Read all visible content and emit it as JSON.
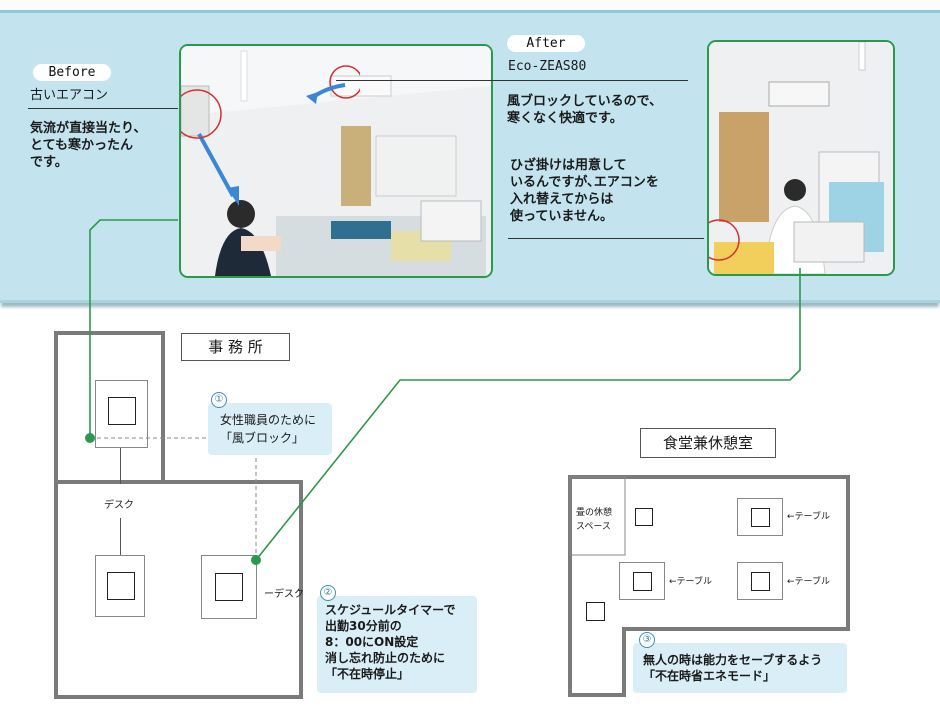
{
  "before": {
    "label": "Before",
    "subtitle": "古いエアコン",
    "description": "気流が直接当たり、\nとても寒かったん\nです。"
  },
  "after": {
    "label": "After",
    "subtitle": "Eco-ZEAS80",
    "description1": "風ブロックしているので、\n寒くなく快適です。",
    "description2": "ひざ掛けは用意して\nいるんですが､エアコンを\n入れ替えてからは\n使っていません。"
  },
  "office": {
    "title": "事 務 所",
    "desk_label_1": "デスク",
    "desk_label_2": "ーデスク"
  },
  "cafeteria": {
    "title": "食堂兼休憩室",
    "rest_space": "畳の休憩\nスペース",
    "table_label_1": "←テーブル",
    "table_label_2": "←テーブル",
    "table_label_3": "←テーブル"
  },
  "notes": [
    {
      "num": "①",
      "text": "女性職員のために\n「風ブロック」"
    },
    {
      "num": "②",
      "text": "スケジュールタイマーで\n出勤30分前の\n8：00にON設定\n消し忘れ防止のために\n「不在時停止」"
    },
    {
      "num": "③",
      "text": "無人の時は能力をセーブするよう\n「不在時省エネモード」"
    }
  ],
  "colors": {
    "band": "#c3e4ef",
    "connector": "#2a9a4a",
    "note_bg": "#d9eef7",
    "wall": "#7a7a7a",
    "arrow": "#3a87d6",
    "highlight_circle": "#d43030"
  }
}
